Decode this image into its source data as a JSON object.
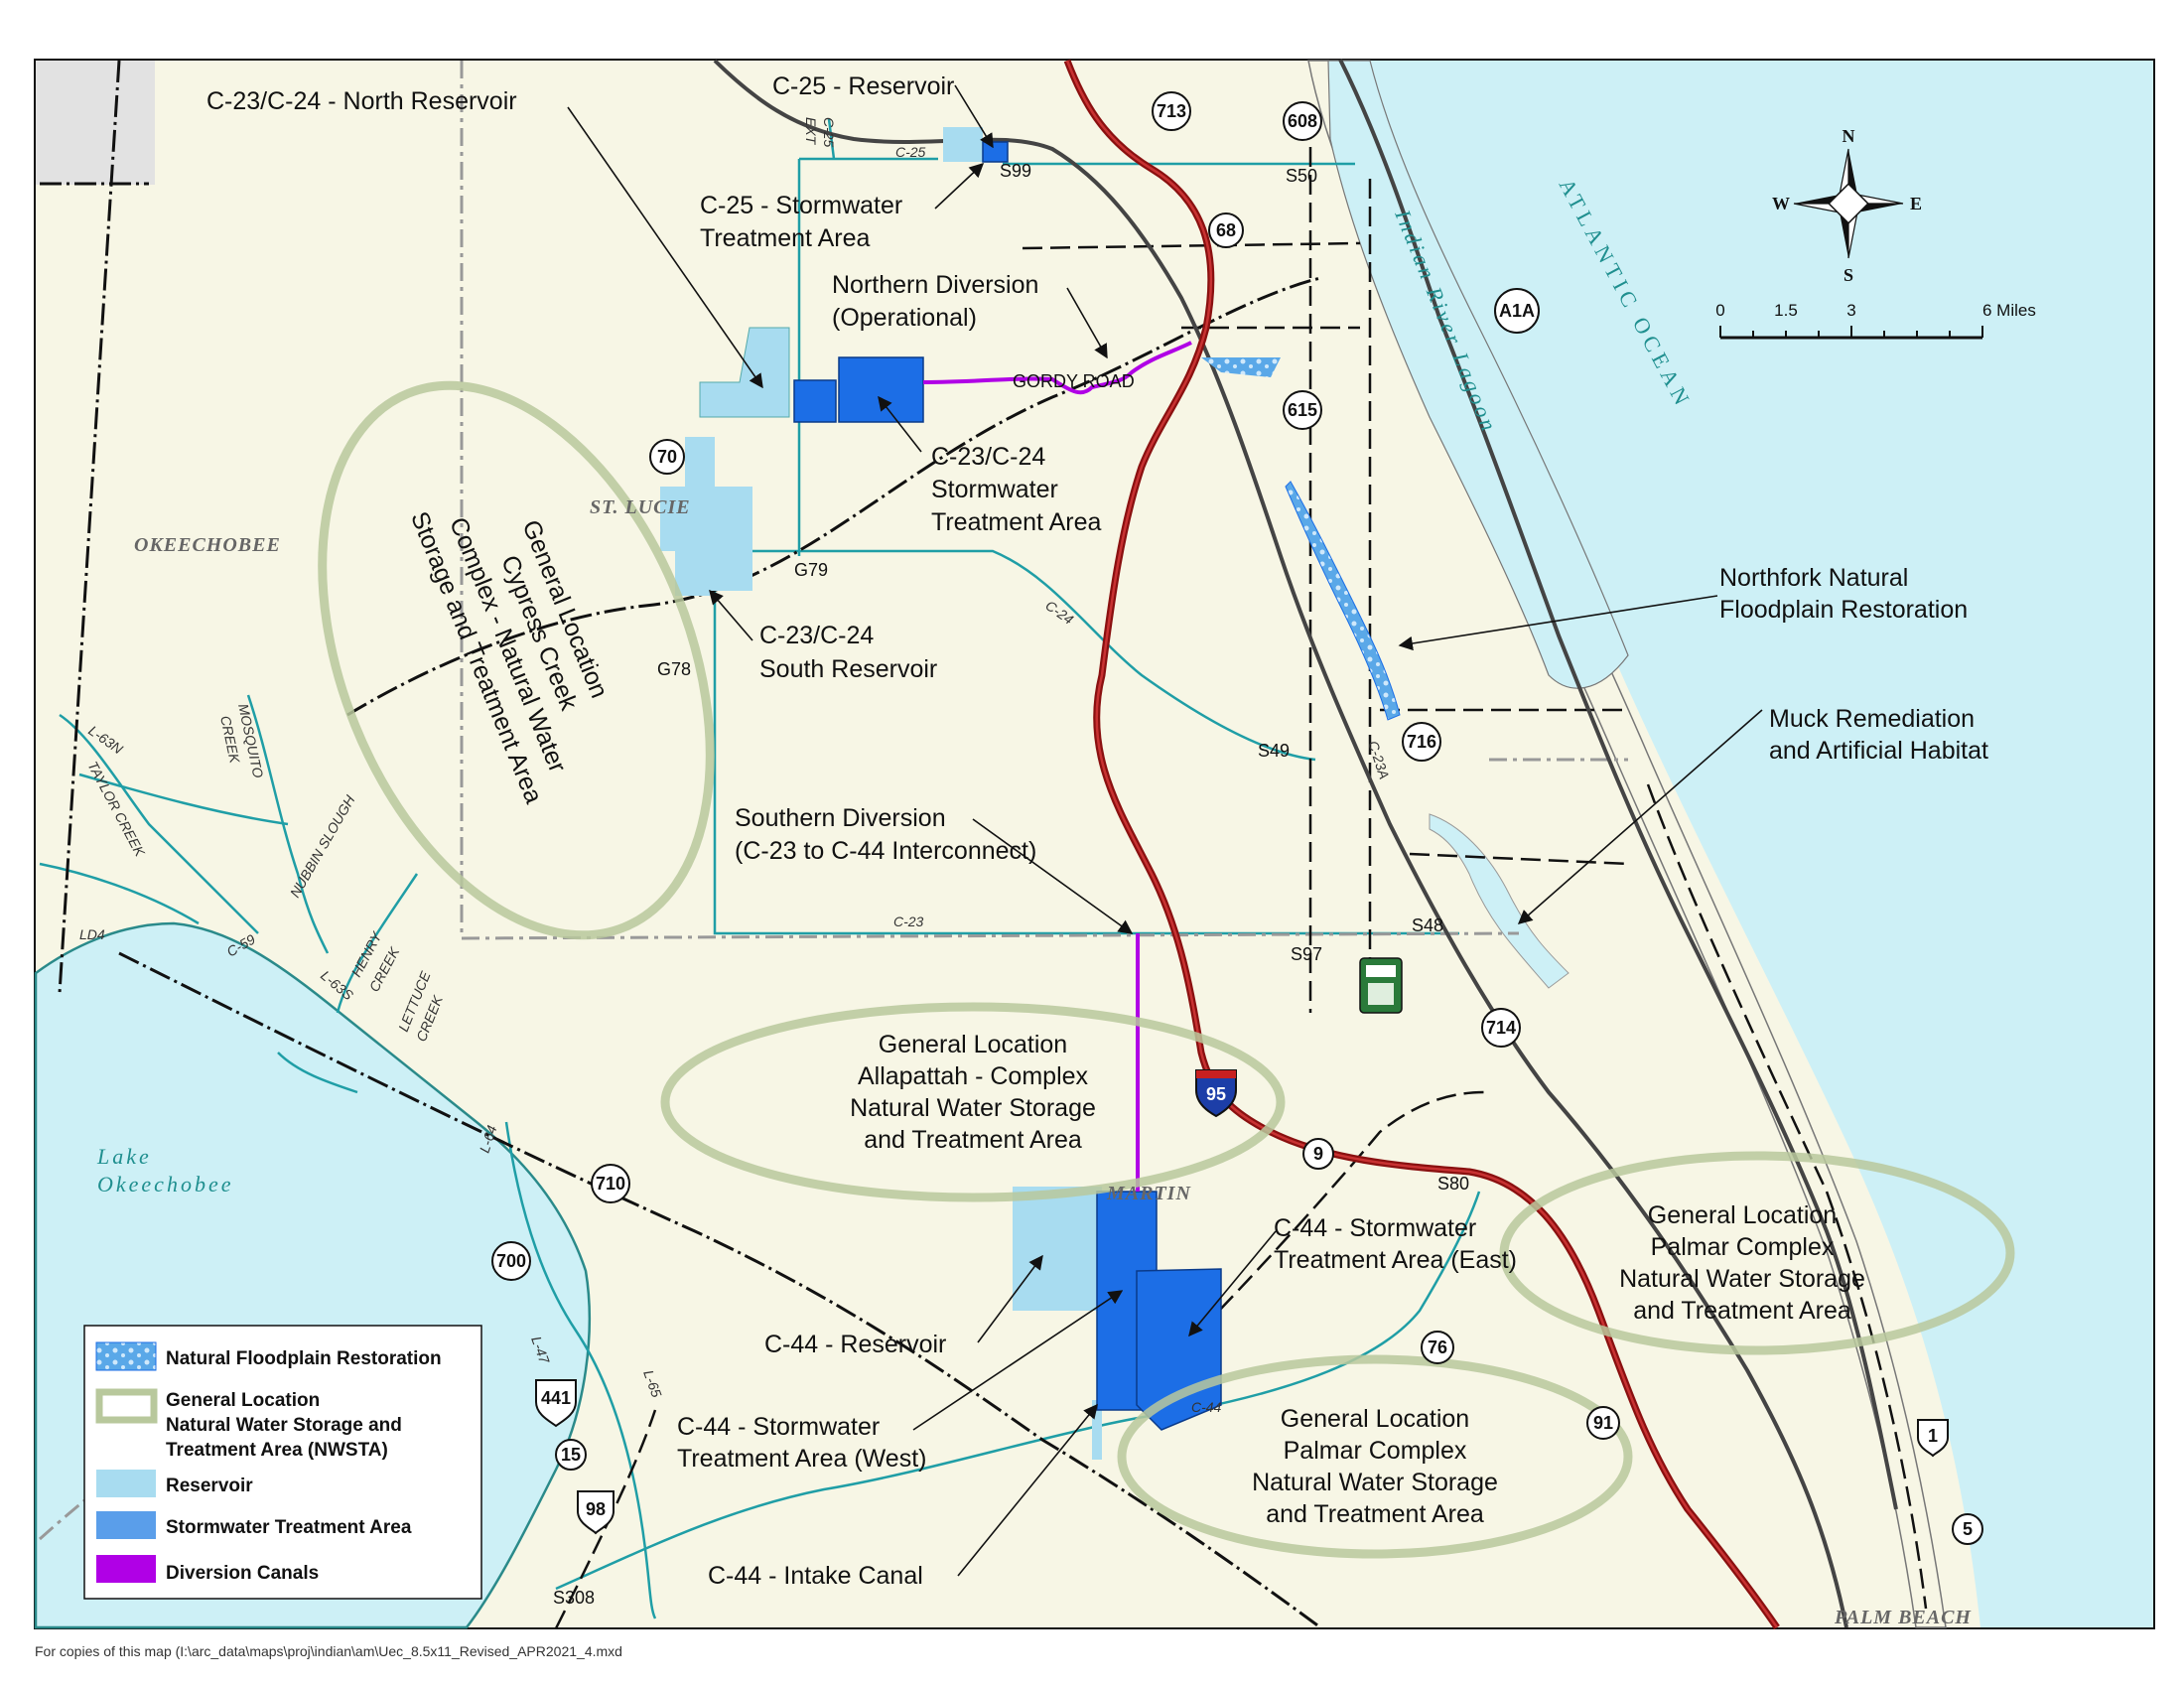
{
  "colors": {
    "land": "#f7f6e5",
    "water": "#cdf0f6",
    "reservoir": "#a8dcf0",
    "sta": "#1c6ee6",
    "diversion": "#b000e6",
    "canal": "#1f9ea6",
    "interstate": "#8a1010",
    "nwsta_outline": "#b8c89c"
  },
  "labels": {
    "c23c24_north": "C-23/C-24  - North Reservoir",
    "c25_reservoir": "C-25 - Reservoir",
    "c25_sta_1": "C-25  - Stormwater",
    "c25_sta_2": "Treatment Area",
    "northern_div_1": "Northern Diversion",
    "northern_div_2": "(Operational)",
    "c23c24_sta_1": "C-23/C-24",
    "c23c24_sta_2": "Stormwater",
    "c23c24_sta_3": "Treatment Area",
    "c23c24_south_1": "C-23/C-24",
    "c23c24_south_2": "South Reservoir",
    "cypress_1": "General Location",
    "cypress_2": "Cypress Creek",
    "cypress_3": "Complex - Natural  Water",
    "cypress_4": "Storage and Treatment Area",
    "northfork_1": "Northfork Natural",
    "northfork_2": "Floodplain Restoration",
    "muck_1": "Muck Remediation",
    "muck_2": "and Artificial Habitat",
    "southern_div_1": "Southern Diversion",
    "southern_div_2": "(C-23 to C-44 Interconnect)",
    "allapattah_1": "General Location",
    "allapattah_2": "Allapattah - Complex",
    "allapattah_3": "Natural Water Storage",
    "allapattah_4": "and Treatment Area",
    "c44_sta_east_1": "C-44 - Stormwater",
    "c44_sta_east_2": "Treatment Area (East)",
    "palmar_east_1": "General Location",
    "palmar_east_2": "Palmar Complex",
    "palmar_east_3": "Natural Water Storage",
    "palmar_east_4": "and Treatment Area",
    "c44_reservoir": "C-44 - Reservoir",
    "c44_sta_west_1": "C-44 - Stormwater",
    "c44_sta_west_2": "Treatment Area (West)",
    "palmar_west_1": "General Location",
    "palmar_west_2": "Palmar Complex",
    "palmar_west_3": "Natural Water Storage",
    "palmar_west_4": "and Treatment Area",
    "c44_intake": "C-44 - Intake Canal",
    "gordy_road": "GORDY  ROAD"
  },
  "counties": {
    "okeechobee": "OKEECHOBEE",
    "st_lucie": "ST. LUCIE",
    "martin": "MARTIN",
    "palm_beach": "PALM BEACH"
  },
  "water_labels": {
    "atlantic": "ATLANTIC  OCEAN",
    "indian_river": "Indian River Lagoon",
    "lake_1": "Lake",
    "lake_2": "Okeechobee"
  },
  "canals": {
    "c25": "C-25",
    "c25ext_1": "C-25",
    "c25ext_2": "EXT",
    "c24": "C-24",
    "c23": "C-23",
    "c23a": "C-23A",
    "c44": "C-44",
    "l63n": "L-63N",
    "l63s": "L-63S",
    "l64": "L-64",
    "l65": "L-65",
    "l47": "L-47",
    "ld4": "LD4",
    "c59": "C-59",
    "mosquito_1": "MOSQUITO",
    "mosquito_2": "CREEK",
    "taylor": "TAYLOR CREEK",
    "nubbin": "NUBBIN SLOUGH",
    "henry_1": "HENRY",
    "henry_2": "CREEK",
    "lettuce_1": "LETTUCE",
    "lettuce_2": "CREEK"
  },
  "stations": {
    "s99": "S99",
    "s50": "S50",
    "g79": "G79",
    "g78": "G78",
    "s49": "S49",
    "s48": "S48",
    "s97": "S97",
    "s80": "S80",
    "s308": "S308"
  },
  "routes": {
    "r713": "713",
    "r608": "608",
    "r68": "68",
    "a1a": "A1A",
    "r615": "615",
    "r70": "70",
    "r716": "716",
    "r714": "714",
    "i95": "95",
    "r9": "9",
    "r710": "710",
    "r700": "700",
    "r76": "76",
    "r91": "91",
    "r441": "441",
    "r15": "15",
    "r98": "98",
    "r1": "1",
    "r5": "5"
  },
  "compass": {
    "n": "N",
    "s": "S",
    "e": "E",
    "w": "W"
  },
  "scale": {
    "ticks": [
      "0",
      "1.5",
      "3",
      "6 Miles"
    ]
  },
  "legend": {
    "items": [
      {
        "label": "Natural Floodplain Restoration",
        "icon": "floodplain-swatch"
      },
      {
        "label": "General Location",
        "icon": "nwsta-swatch"
      },
      {
        "label": "Natural Water Storage and",
        "icon": ""
      },
      {
        "label": "Treatment Area (NWSTA)",
        "icon": ""
      },
      {
        "label": "Reservoir",
        "icon": "reservoir-swatch"
      },
      {
        "label": "Stormwater Treatment Area",
        "icon": "sta-swatch"
      },
      {
        "label": "Diversion Canals",
        "icon": "diversion-swatch"
      }
    ]
  },
  "footer": "For copies of this map (I:\\arc_data\\maps\\proj\\indian\\am\\Uec_8.5x11_Revised_APR2021_4.mxd"
}
